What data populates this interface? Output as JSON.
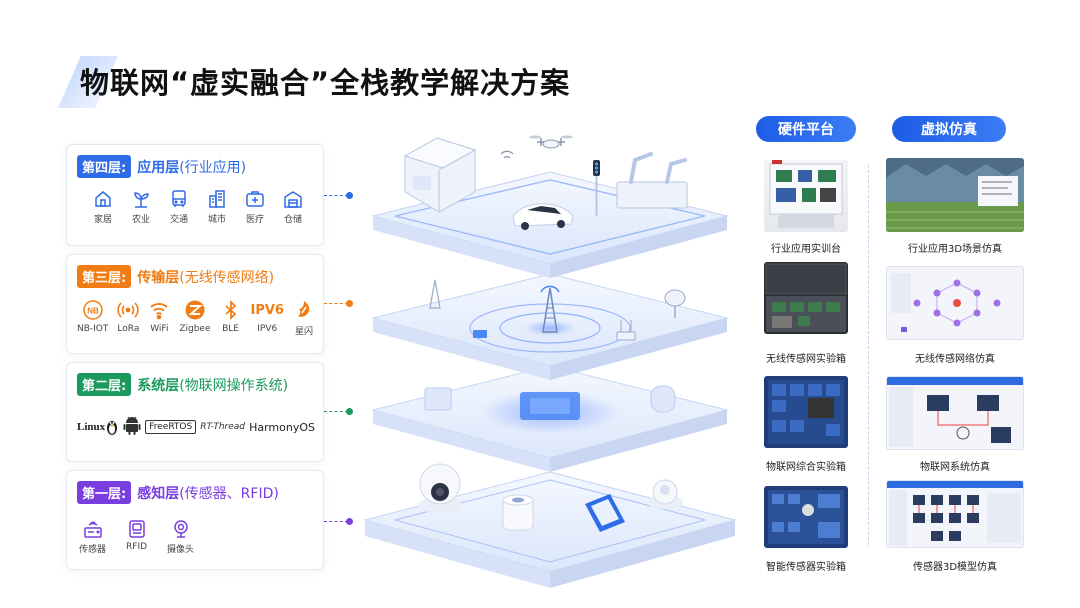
{
  "title": "物联网“虚实融合”全栈教学解决方案",
  "layers": [
    {
      "badge": "第四层:",
      "name": "应用层",
      "sub": "(行业应用)",
      "color": "#2e6be6",
      "items": [
        {
          "label": "家居",
          "icon": "home-icon"
        },
        {
          "label": "农业",
          "icon": "sprout-icon"
        },
        {
          "label": "交通",
          "icon": "bus-icon"
        },
        {
          "label": "城市",
          "icon": "building-icon"
        },
        {
          "label": "医疗",
          "icon": "medical-kit-icon"
        },
        {
          "label": "仓储",
          "icon": "warehouse-icon"
        }
      ]
    },
    {
      "badge": "第三层:",
      "name": "传输层",
      "sub": "(无线传感网络)",
      "color": "#f07d14",
      "items": [
        {
          "label": "NB-IOT",
          "icon": "nb-icon"
        },
        {
          "label": "LoRa",
          "icon": "lora-icon"
        },
        {
          "label": "WiFi",
          "icon": "wifi-icon"
        },
        {
          "label": "Zigbee",
          "icon": "zigbee-icon"
        },
        {
          "label": "BLE",
          "icon": "bluetooth-icon"
        },
        {
          "label": "IPV6",
          "icon": "ipv6-icon",
          "glyph": "IPV6"
        },
        {
          "label": "星闪",
          "icon": "nearlink-icon"
        }
      ]
    },
    {
      "badge": "第二层:",
      "name": "系统层",
      "sub": "(物联网操作系统)",
      "color": "#1a9a5c",
      "logos": [
        "Linux",
        "FreeRTOS",
        "RT-Thread",
        "HarmonyOS"
      ]
    },
    {
      "badge": "第一层:",
      "name": "感知层",
      "sub": "(传感器、RFID)",
      "color": "#7a3ee0",
      "items": [
        {
          "label": "传感器",
          "icon": "sensor-icon"
        },
        {
          "label": "RFID",
          "icon": "rfid-icon"
        },
        {
          "label": "摄像头",
          "icon": "camera-icon"
        }
      ]
    }
  ],
  "hardware": {
    "title": "硬件平台",
    "items": [
      "行业应用实训台",
      "无线传感网实验箱",
      "物联网综合实验箱",
      "智能传感器实验箱"
    ]
  },
  "virtual": {
    "title": "虚拟仿真",
    "items": [
      "行业应用3D场景仿真",
      "无线传感网络仿真",
      "物联网系统仿真",
      "传感器3D模型仿真"
    ]
  },
  "colors": {
    "primary": "#2e6be6",
    "layer4": "#2e6be6",
    "layer3": "#f07d14",
    "layer2": "#1a9a5c",
    "layer1": "#7a3ee0"
  }
}
